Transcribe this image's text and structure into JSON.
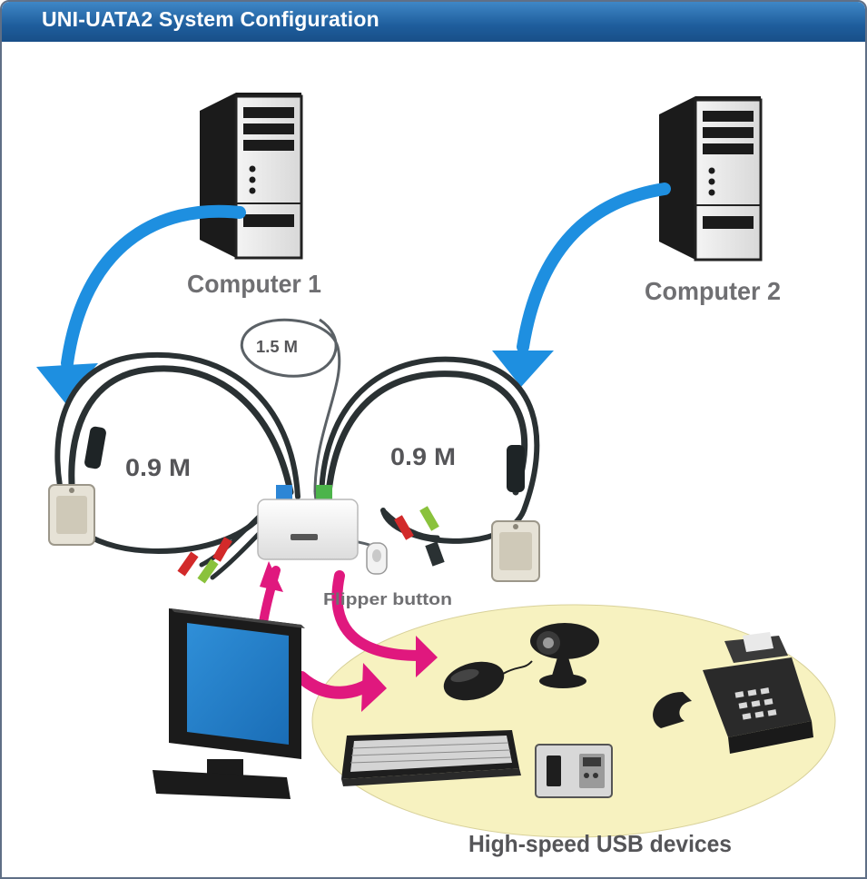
{
  "title": "UNI-UATA2 System Configuration",
  "labels": {
    "computer1": "Computer 1",
    "computer2": "Computer 2",
    "cable_center": "1.5 M",
    "cable_left": "0.9 M",
    "cable_right": "0.9 M",
    "flipper": "Flipper button",
    "usb_devices": "High-speed USB devices"
  },
  "colors": {
    "title_bar": "#1e5d9c",
    "arrow_blue": "#1e8fe0",
    "arrow_magenta": "#e0187e",
    "usb_area": "#f7f2c0",
    "label_gray": "#6f6f72"
  },
  "icons": [
    "tower-pc-icon",
    "kvm-switch-icon",
    "monitor-icon",
    "keyboard-icon",
    "mouse-icon",
    "webcam-icon",
    "fax-machine-icon",
    "camera-icon"
  ]
}
